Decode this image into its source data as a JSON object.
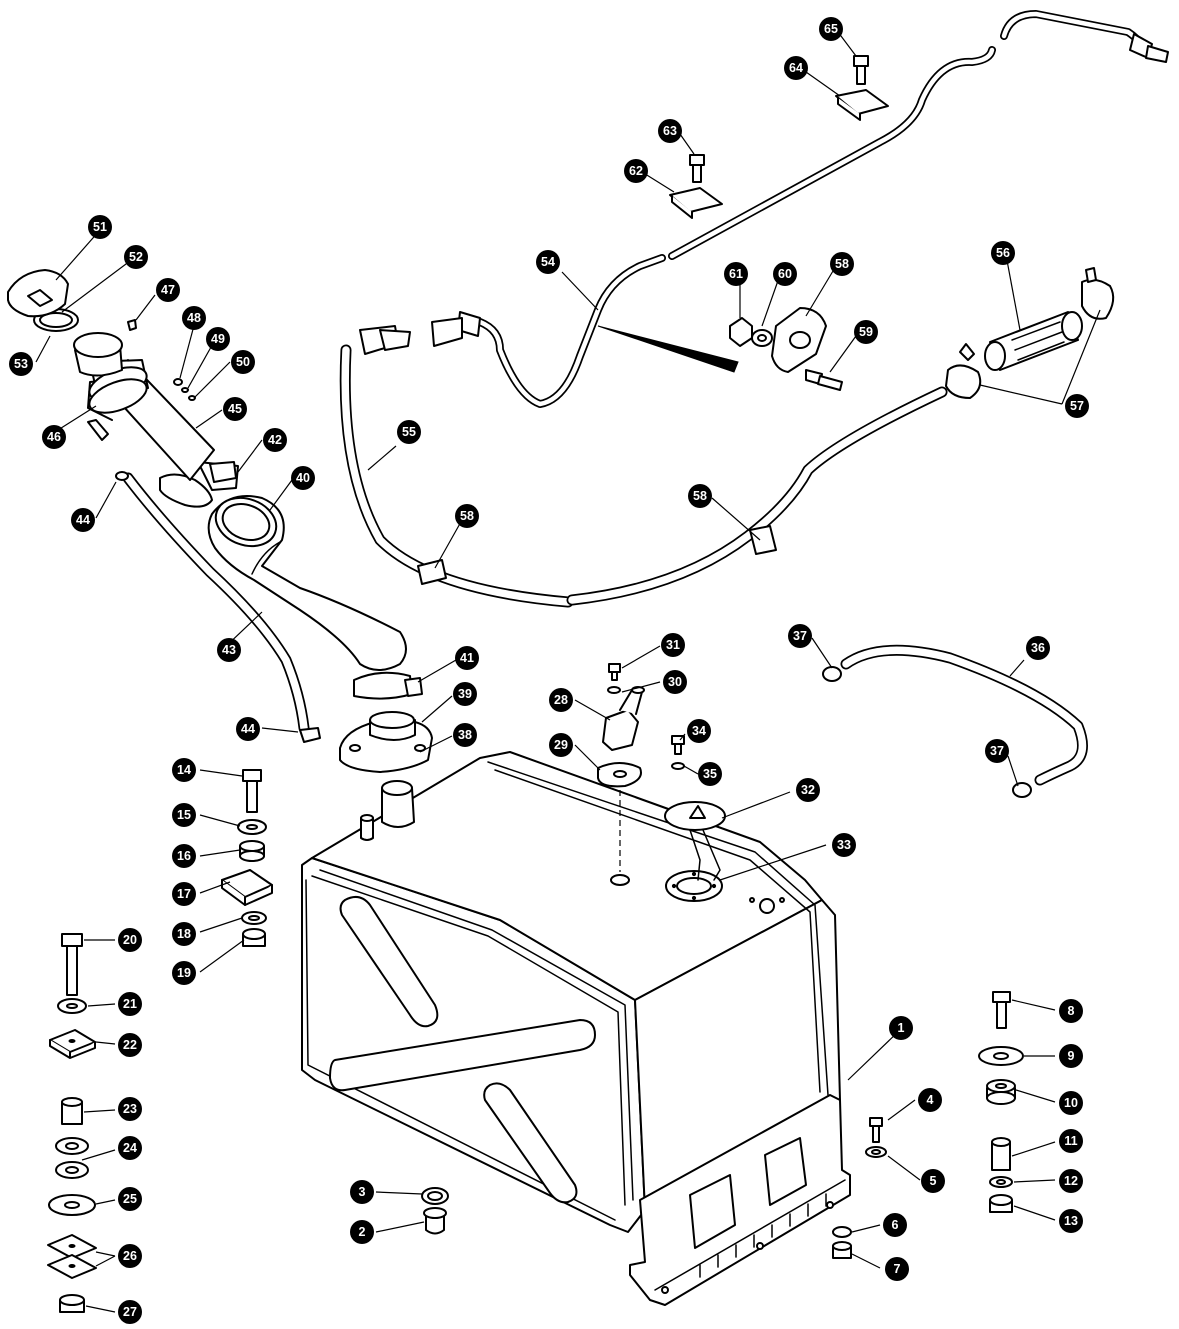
{
  "diagram": {
    "callouts": [
      {
        "id": "c1",
        "label": "1"
      },
      {
        "id": "c2",
        "label": "2"
      },
      {
        "id": "c3",
        "label": "3"
      },
      {
        "id": "c4",
        "label": "4"
      },
      {
        "id": "c5",
        "label": "5"
      },
      {
        "id": "c6",
        "label": "6"
      },
      {
        "id": "c7",
        "label": "7"
      },
      {
        "id": "c8",
        "label": "8"
      },
      {
        "id": "c9",
        "label": "9"
      },
      {
        "id": "c10",
        "label": "10"
      },
      {
        "id": "c11",
        "label": "11"
      },
      {
        "id": "c12",
        "label": "12"
      },
      {
        "id": "c13",
        "label": "13"
      },
      {
        "id": "c14",
        "label": "14"
      },
      {
        "id": "c15",
        "label": "15"
      },
      {
        "id": "c16",
        "label": "16"
      },
      {
        "id": "c17",
        "label": "17"
      },
      {
        "id": "c18",
        "label": "18"
      },
      {
        "id": "c19",
        "label": "19"
      },
      {
        "id": "c20",
        "label": "20"
      },
      {
        "id": "c21",
        "label": "21"
      },
      {
        "id": "c22",
        "label": "22"
      },
      {
        "id": "c23",
        "label": "23"
      },
      {
        "id": "c24",
        "label": "24"
      },
      {
        "id": "c25",
        "label": "25"
      },
      {
        "id": "c26",
        "label": "26"
      },
      {
        "id": "c27",
        "label": "27"
      },
      {
        "id": "c28",
        "label": "28"
      },
      {
        "id": "c29",
        "label": "29"
      },
      {
        "id": "c30",
        "label": "30"
      },
      {
        "id": "c31",
        "label": "31"
      },
      {
        "id": "c32",
        "label": "32"
      },
      {
        "id": "c33",
        "label": "33"
      },
      {
        "id": "c34",
        "label": "34"
      },
      {
        "id": "c35",
        "label": "35"
      },
      {
        "id": "c36",
        "label": "36"
      },
      {
        "id": "c37a",
        "label": "37"
      },
      {
        "id": "c37b",
        "label": "37"
      },
      {
        "id": "c38",
        "label": "38"
      },
      {
        "id": "c39",
        "label": "39"
      },
      {
        "id": "c40",
        "label": "40"
      },
      {
        "id": "c41",
        "label": "41"
      },
      {
        "id": "c42",
        "label": "42"
      },
      {
        "id": "c43",
        "label": "43"
      },
      {
        "id": "c44a",
        "label": "44"
      },
      {
        "id": "c44b",
        "label": "44"
      },
      {
        "id": "c45",
        "label": "45"
      },
      {
        "id": "c46",
        "label": "46"
      },
      {
        "id": "c47",
        "label": "47"
      },
      {
        "id": "c48",
        "label": "48"
      },
      {
        "id": "c49",
        "label": "49"
      },
      {
        "id": "c50",
        "label": "50"
      },
      {
        "id": "c51",
        "label": "51"
      },
      {
        "id": "c52",
        "label": "52"
      },
      {
        "id": "c53",
        "label": "53"
      },
      {
        "id": "c54",
        "label": "54"
      },
      {
        "id": "c55",
        "label": "55"
      },
      {
        "id": "c56",
        "label": "56"
      },
      {
        "id": "c57",
        "label": "57"
      },
      {
        "id": "c58a",
        "label": "58"
      },
      {
        "id": "c58b",
        "label": "58"
      },
      {
        "id": "c58c",
        "label": "58"
      },
      {
        "id": "c59",
        "label": "59"
      },
      {
        "id": "c60",
        "label": "60"
      },
      {
        "id": "c61",
        "label": "61"
      },
      {
        "id": "c62",
        "label": "62"
      },
      {
        "id": "c63",
        "label": "63"
      },
      {
        "id": "c64",
        "label": "64"
      },
      {
        "id": "c65",
        "label": "65"
      }
    ]
  }
}
